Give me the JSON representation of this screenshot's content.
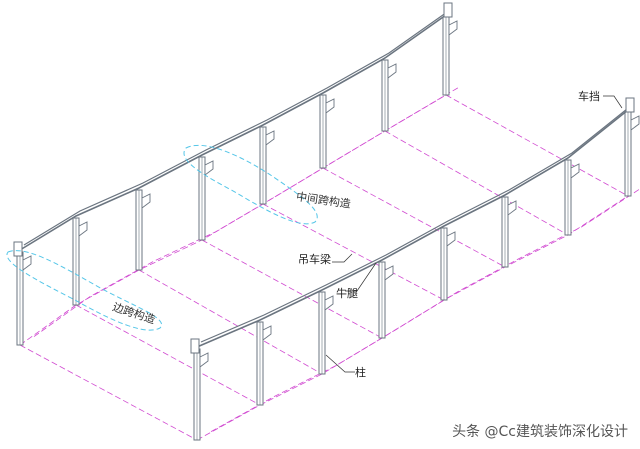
{
  "labels": {
    "che_dang": "车挡",
    "zhong_kua": "中间跨构造",
    "diao_che_liang": "吊车梁",
    "niu_tui": "牛腿",
    "bian_kua": "边跨构造",
    "zhu": "柱"
  },
  "watermark": "头条 @Cc建筑装饰深化设计",
  "colors": {
    "steel": "#6b7580",
    "grid": "#d14bd1",
    "annotation": "#55c6e8",
    "leader": "#333333"
  }
}
